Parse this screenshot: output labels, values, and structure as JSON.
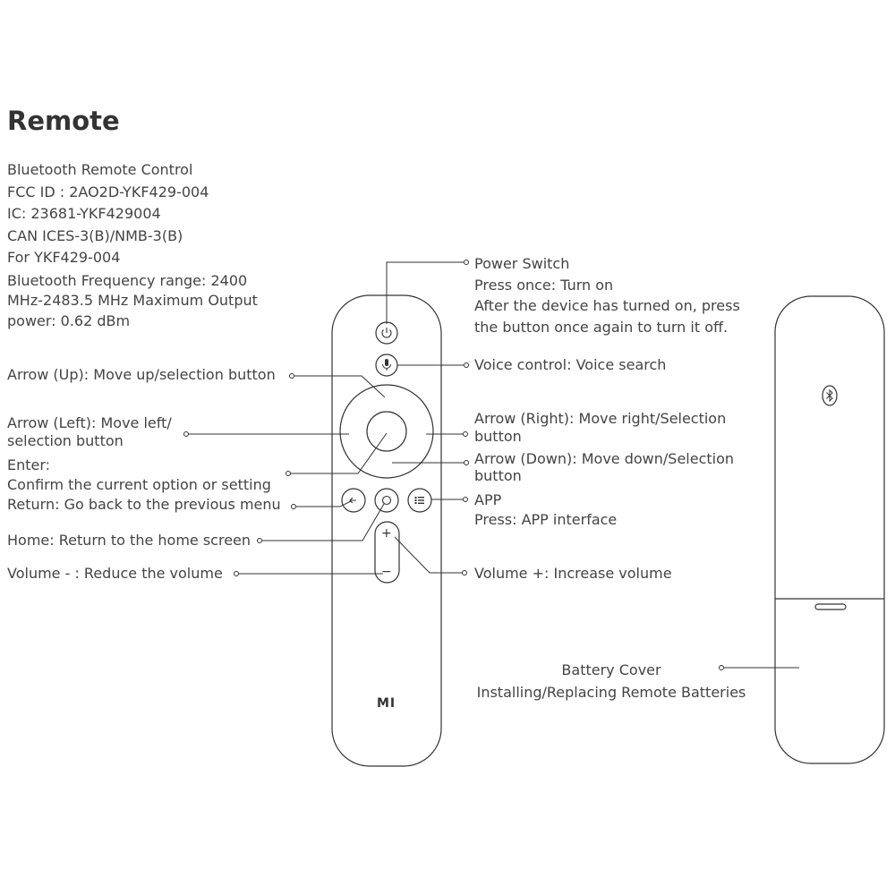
{
  "title": "Remote",
  "specs": [
    "Bluetooth Remote Control",
    "FCC ID : 2AO2D-YKF429-004",
    "IC: 23681-YKF429004",
    "CAN ICES-3(B)/NMB-3(B)",
    "For YKF429-004",
    "Bluetooth Frequency range: 2400",
    "MHz-2483.5 MHz Maximum Output",
    "power: 0.62 dBm"
  ],
  "labels": {
    "power": [
      "Power Switch",
      "Press once: Turn on",
      "After the device has turned on, press",
      "the button once again to turn it off."
    ],
    "voice": "Voice control: Voice search",
    "arrow_up": "Arrow (Up): Move up/selection button",
    "arrow_left": [
      "Arrow (Left): Move left/",
      "selection button"
    ],
    "arrow_right": [
      "Arrow (Right): Move right/Selection",
      "button"
    ],
    "arrow_down": [
      "Arrow (Down): Move down/Selection",
      "button"
    ],
    "enter": [
      "Enter:",
      "Confirm the current option or setting"
    ],
    "return": "Return: Go back to the previous menu",
    "app": [
      "APP",
      "Press: APP interface"
    ],
    "home": "Home: Return to the home screen",
    "volume_minus": "Volume - : Reduce the volume",
    "volume_plus": "Volume +: Increase volume",
    "battery": [
      "Battery Cover",
      "Installing/Replacing Remote Batteries"
    ]
  },
  "remote": {
    "logo": "MI",
    "vol_plus_symbol": "+",
    "vol_minus_symbol": "−"
  },
  "icons": {
    "power": "power-icon",
    "voice": "microphone-icon",
    "return": "back-arrow-icon",
    "home": "home-circle-icon",
    "app": "app-grid-icon",
    "bluetooth": "bluetooth-icon"
  },
  "colors": {
    "line": "#333333",
    "text": "#444444",
    "background": "#ffffff"
  }
}
